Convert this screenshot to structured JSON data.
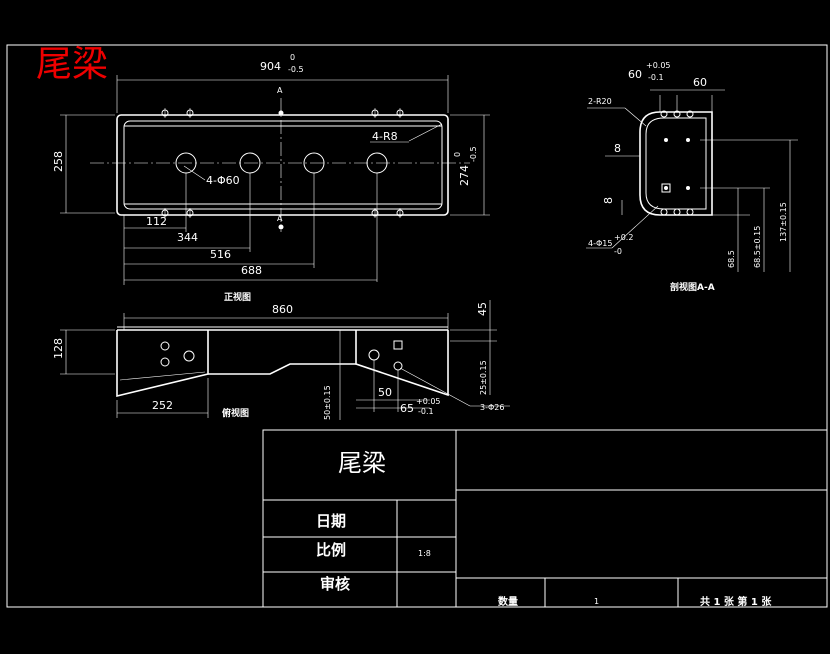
{
  "title_overlay": "尾梁",
  "front_view": {
    "dim_length": "904",
    "dim_length_tol_upper": "0",
    "dim_length_tol_lower": "-0.5",
    "dim_height": "258",
    "dim_width_inner": "274",
    "dim_width_tol_upper": "0",
    "dim_width_tol_lower": "-0.5",
    "dim_112": "112",
    "dim_344": "344",
    "dim_516": "516",
    "dim_688": "688",
    "holes_label": "4-Φ60",
    "radius_label": "4-R8",
    "section_mark_a": "A",
    "caption": "正视图"
  },
  "side_view": {
    "dim_860": "860",
    "dim_128": "128",
    "dim_252": "252",
    "dim_45": "45",
    "dim_50_tol": "50±0.15",
    "dim_25_tol": "25±0.15",
    "dim_50": "50",
    "dim_65": "65",
    "dim_65_tol_upper": "+0.05",
    "dim_65_tol_lower": "-0.1",
    "holes_label": "3-Φ26",
    "caption": "俯视图"
  },
  "section_view": {
    "dim_60_left": "60",
    "dim_60_tol_upper": "+0.05",
    "dim_60_tol_lower": "-0.1",
    "dim_60_right": "60",
    "radius_label": "2-R20",
    "dim_8_h": "8",
    "dim_8_v": "8",
    "holes_label": "4-Φ15",
    "holes_tol_upper": "+0.2",
    "holes_tol_lower": "-0",
    "dim_68_5": "68.5",
    "dim_68_5_tol": "68.5±0.15",
    "dim_137_tol": "137±0.15",
    "caption": "剖视图A-A"
  },
  "title_block": {
    "part_name": "尾梁",
    "date_label": "日期",
    "scale_label": "比例",
    "scale_value": "1:8",
    "review_label": "审核",
    "quantity_label": "数量",
    "quantity_value": "1",
    "sheet_info": "共 1 张  第 1 张"
  }
}
